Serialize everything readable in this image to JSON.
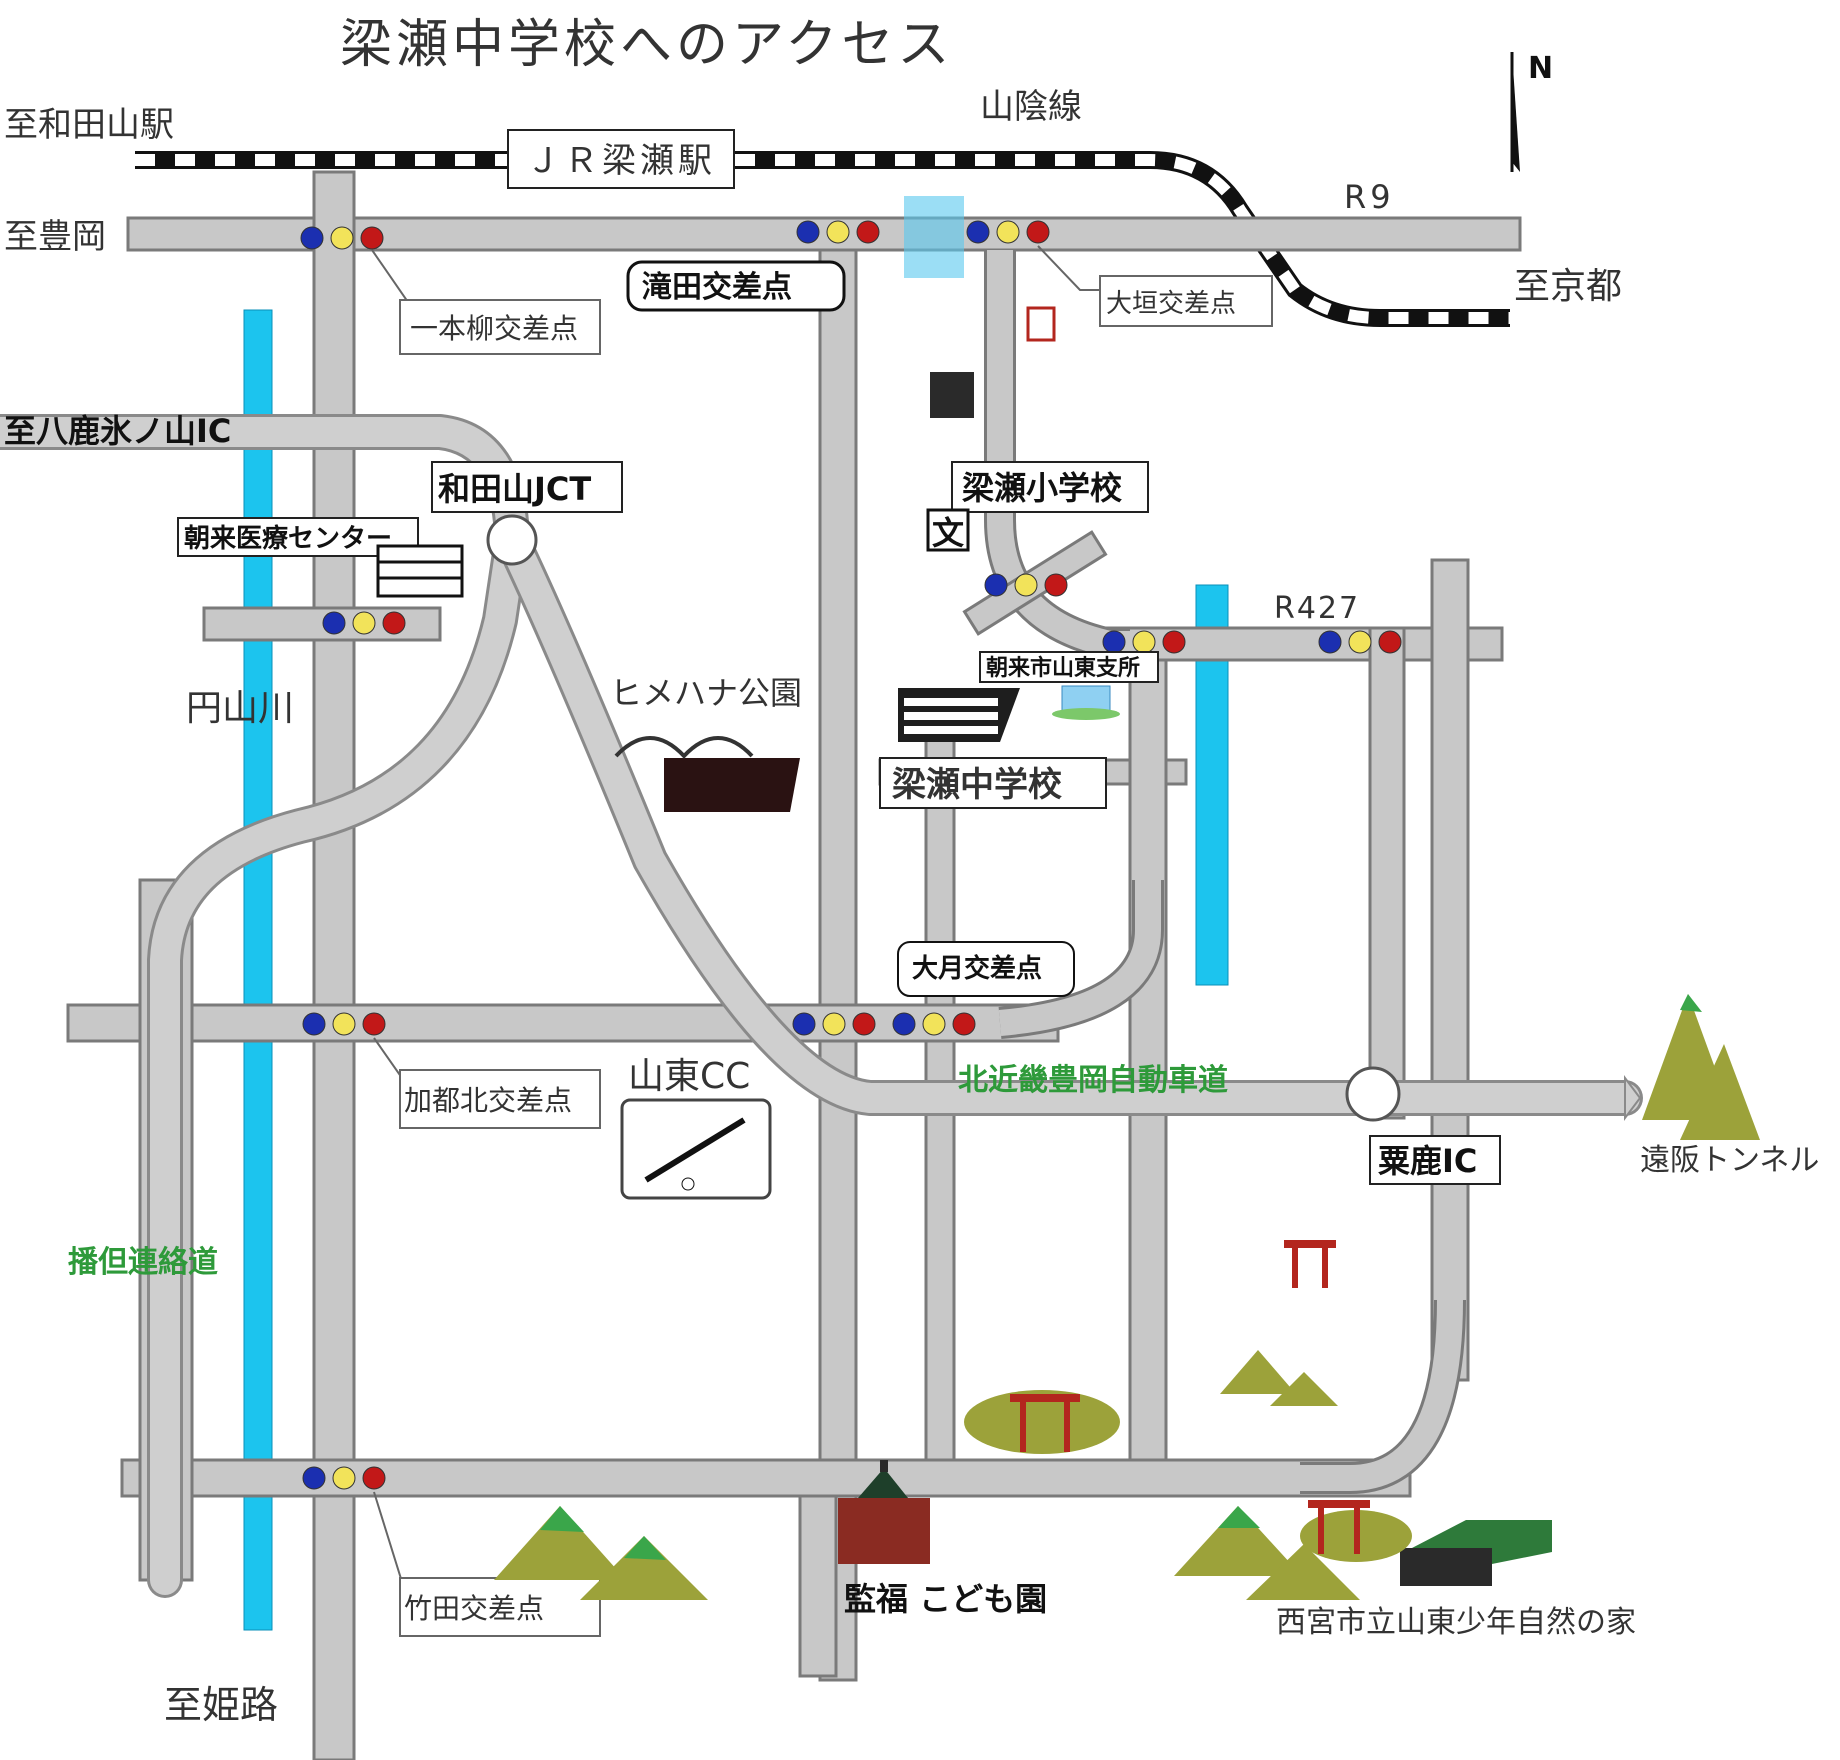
{
  "title": "梁瀬中学校へのアクセス",
  "north_label": "N",
  "rail": {
    "line_name": "山陰線",
    "station": "ＪＲ梁瀬駅",
    "to_west": "至和田山駅"
  },
  "roads": {
    "r9": "R9",
    "r427": "R427",
    "to_toyooka": "至豊岡",
    "to_kyoto": "至京都",
    "to_yoka": "至八鹿氷ノ山IC",
    "to_himeji": "至姫路"
  },
  "highways": {
    "bantan": "播但連絡道",
    "kitakinki": "北近畿豊岡自動車道"
  },
  "interchanges": {
    "wadayama_jct": "和田山JCT",
    "awaga_ic": "粟鹿IC"
  },
  "intersections": {
    "ipponyanagi": "一本柳交差点",
    "takida": "滝田交差点",
    "ogaki": "大垣交差点",
    "otsuki": "大月交差点",
    "kato_kita": "加都北交差点",
    "takeda": "竹田交差点"
  },
  "places": {
    "yanase_js": "梁瀬中学校",
    "yanase_es": "梁瀬小学校",
    "asago_medical": "朝来医療センター",
    "santo_branch": "朝来市山東支所",
    "himehana_park": "ヒメハナ公園",
    "santo_cc": "山東CC",
    "kodomoen": "監福 こども園",
    "nishinomiya_house": "西宮市立山東少年自然の家",
    "toge_tunnel": "遠阪トンネル",
    "maruyama_river": "円山川"
  },
  "colors": {
    "road_fill": "#c8c8c8",
    "road_edge": "#7a7a7a",
    "river": "#1cc4ee",
    "highway_label": "#2e9a3a",
    "signal_blue": "#1b2fb0",
    "signal_yellow": "#f2e35a",
    "signal_red": "#c21818",
    "mountain_green": "#3aa64a",
    "mountain_olive": "#9ca23a",
    "torii_red": "#b3261e"
  }
}
